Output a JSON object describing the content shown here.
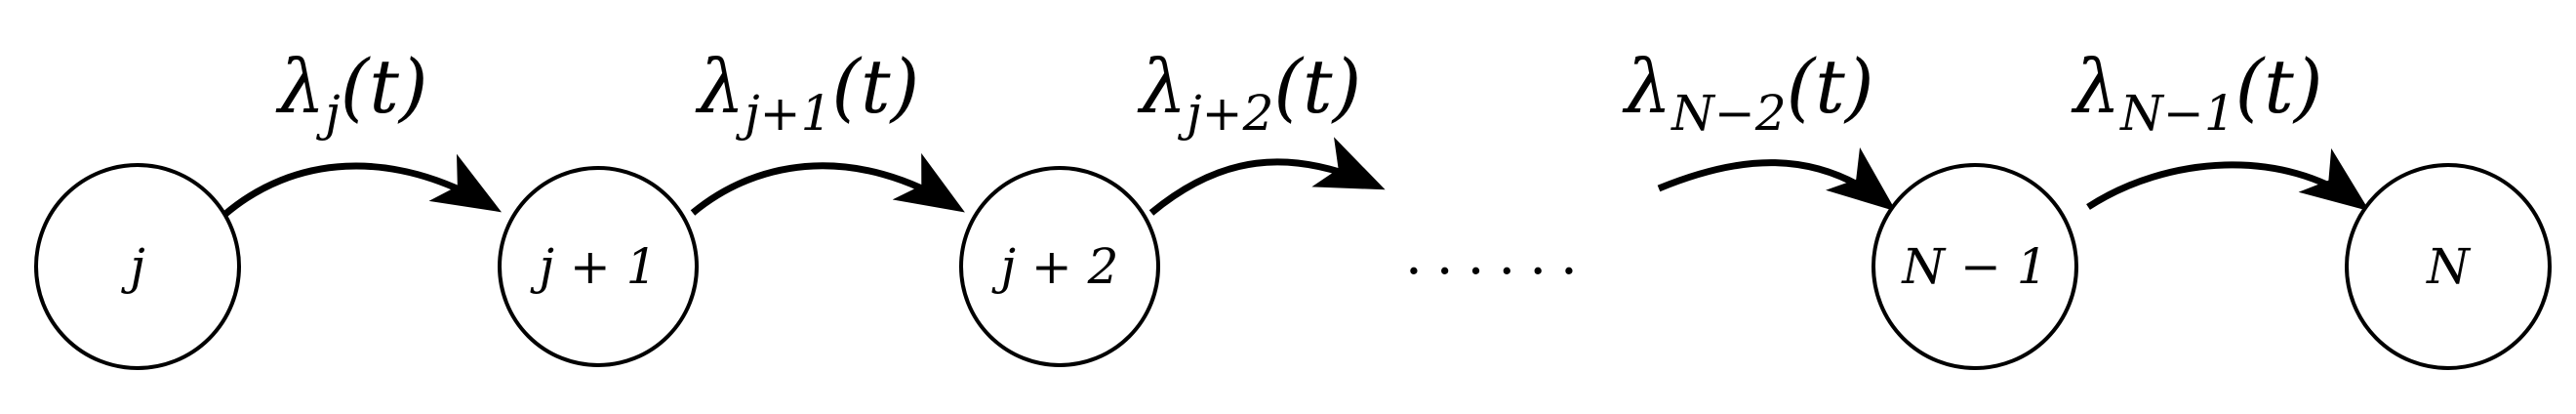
{
  "nodes": [
    {
      "label": "j"
    },
    {
      "label": "j + 1"
    },
    {
      "label": "j + 2"
    },
    {
      "label": "N − 1"
    },
    {
      "label": "N"
    }
  ],
  "rates": [
    {
      "base": "λ",
      "sub": "j",
      "arg": "(t)"
    },
    {
      "base": "λ",
      "sub": "j+1",
      "arg": "(t)"
    },
    {
      "base": "λ",
      "sub": "j+2",
      "arg": "(t)"
    },
    {
      "base": "λ",
      "sub": "N−2",
      "arg": "(t)"
    },
    {
      "base": "λ",
      "sub": "N−1",
      "arg": "(t)"
    }
  ],
  "ellipsis": "......"
}
